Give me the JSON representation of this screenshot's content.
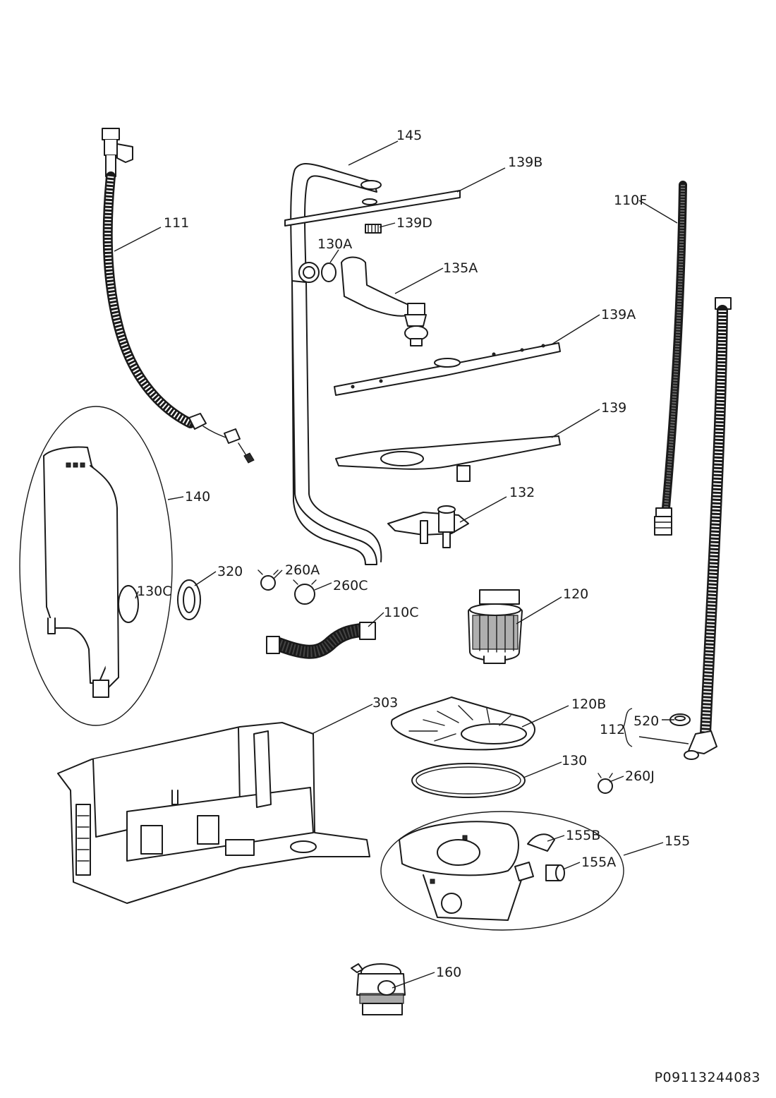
{
  "document_number": "P09113244083",
  "labels": {
    "p145": "145",
    "p139B": "139B",
    "p110F": "110F",
    "p111": "111",
    "p139D": "139D",
    "p130A": "130A",
    "p135A": "135A",
    "p139A": "139A",
    "p139": "139",
    "p132": "132",
    "p140": "140",
    "p320": "320",
    "p260A": "260A",
    "p260C": "260C",
    "p130C": "130C",
    "p110C": "110C",
    "p120": "120",
    "p303": "303",
    "p120B": "120B",
    "p112": "112",
    "p520": "520",
    "p130": "130",
    "p260J": "260J",
    "p155B": "155B",
    "p155": "155",
    "p155A": "155A",
    "p160": "160"
  }
}
